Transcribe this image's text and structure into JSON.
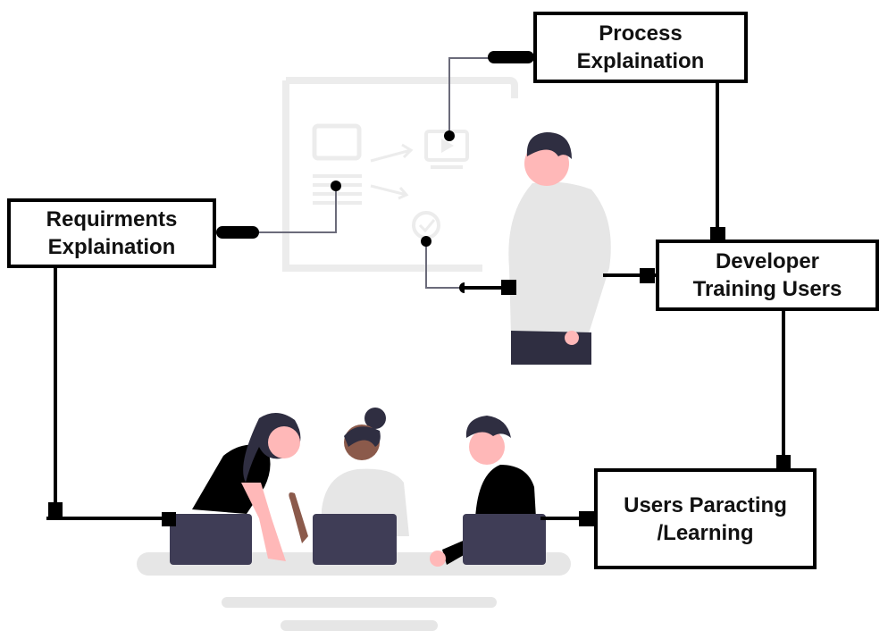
{
  "boxes": {
    "process": {
      "line1": "Process",
      "line2": "Explaination"
    },
    "requirements": {
      "line1": "Requirments",
      "line2": "Explaination"
    },
    "developer": {
      "line1": "Developer",
      "line2": "Training Users"
    },
    "users": {
      "line1": "Users Paracting",
      "line2": "/Learning"
    }
  },
  "colors": {
    "line": "#000000",
    "thin_line": "#6b6b7a",
    "screen_faint": "#ececec",
    "figure_light": "#e6e6e6",
    "figure_dark": "#2f2e41",
    "skin": "#ffb8b8",
    "skin_dark": "#8b5a4b",
    "laptop": "#3f3d56",
    "table": "#e6e6e6"
  }
}
